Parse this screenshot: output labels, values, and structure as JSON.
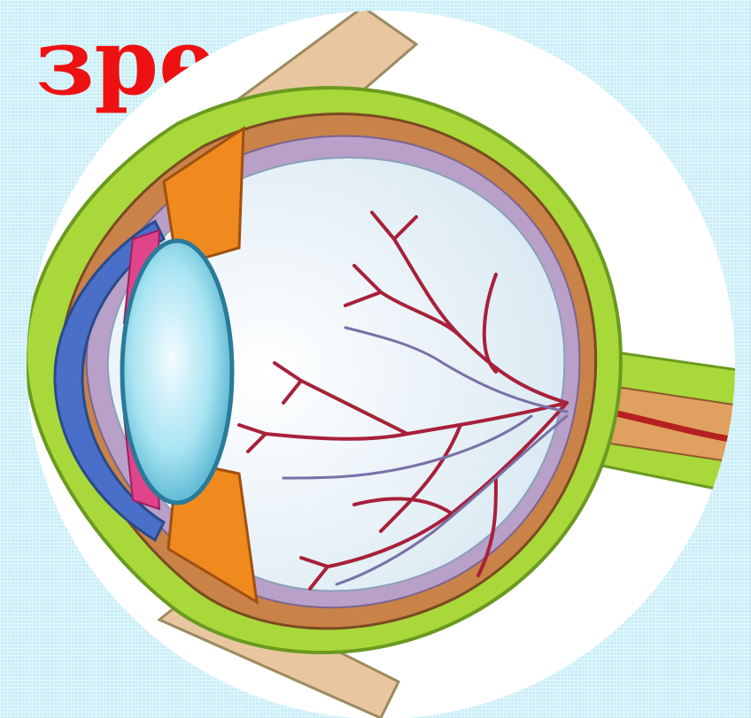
{
  "slide": {
    "title": "зре"
  },
  "colors": {
    "background": "#c9eef8",
    "title": "#ee1111",
    "sclera": "#a8d83a",
    "choroid": "#c98248",
    "retina": "#b8a0c8",
    "ciliary_muscle": "#f08a1e",
    "lens": "#8ad6e8",
    "iris": "#e0448a",
    "cornea": "#4a6fc8",
    "blood_vessels": "#a8203a",
    "vitreous": "#e8f2f8"
  },
  "diagram": {
    "subject": "eye-cross-section",
    "parts": [
      "eye-muscle",
      "sclera",
      "choroid",
      "retina",
      "cornea",
      "iris",
      "lens",
      "ciliary-body",
      "vitreous-body",
      "retinal-blood-vessels",
      "optic-nerve"
    ]
  }
}
